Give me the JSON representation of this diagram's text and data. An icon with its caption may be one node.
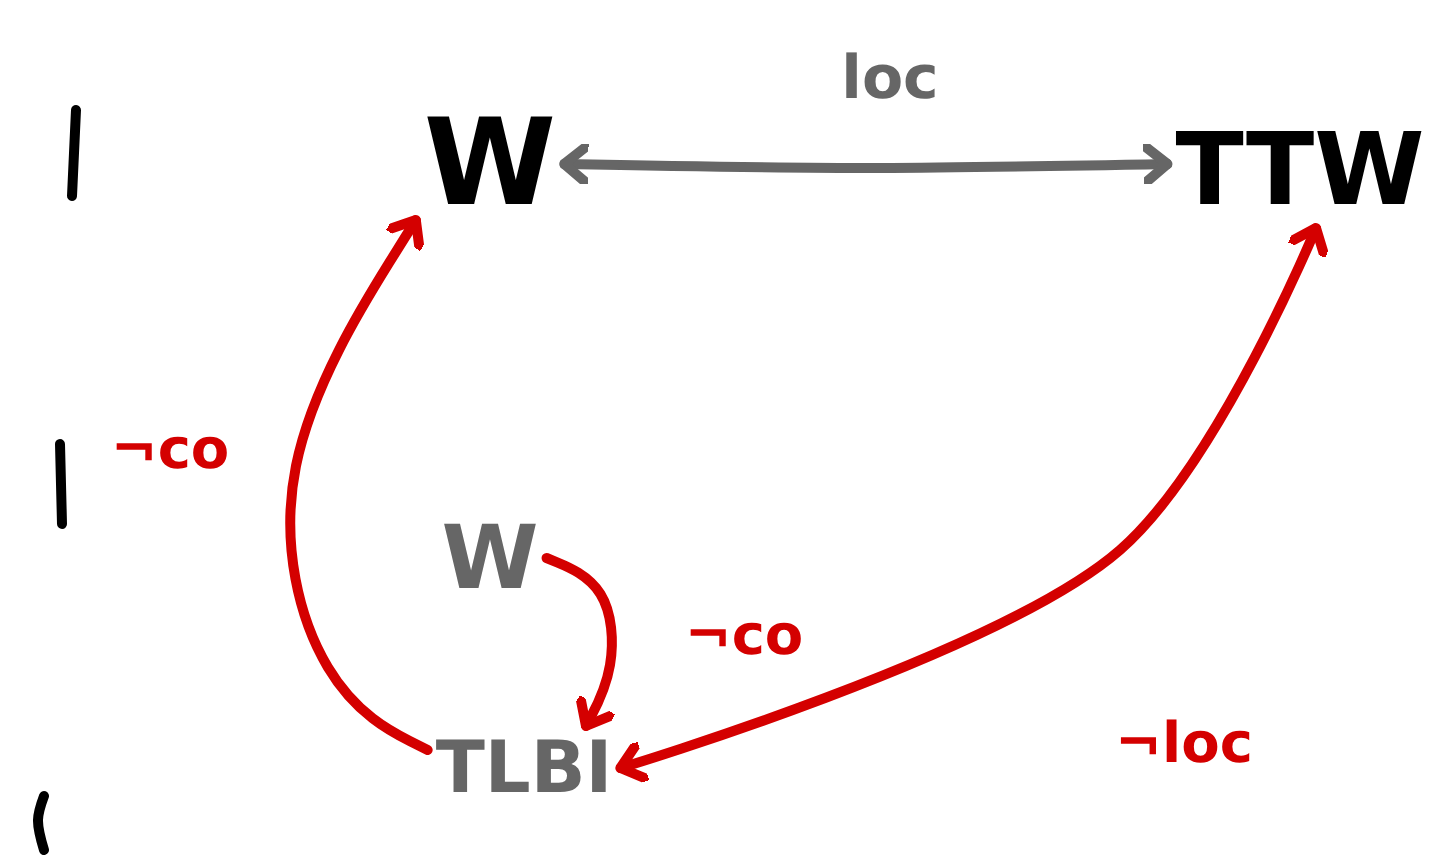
{
  "diagram": {
    "nodes": [
      {
        "text": [
          "W"
        ]
      },
      {
        "text": [
          "TTW"
        ]
      },
      {
        "text": [
          "W"
        ]
      },
      {
        "text": [
          "TLBI"
        ]
      }
    ],
    "edges": [
      {
        "from": 0,
        "to": 1,
        "arrow": "both",
        "label": "loc",
        "color": "#666666"
      },
      {
        "from": 3,
        "to": 0,
        "arrow": "to",
        "label": "¬co"
      },
      {
        "from": 2,
        "to": 3,
        "arrow": "to",
        "label": "¬co"
      },
      {
        "from": 1,
        "to": 3,
        "arrow": "both",
        "label": "¬loc"
      }
    ]
  }
}
